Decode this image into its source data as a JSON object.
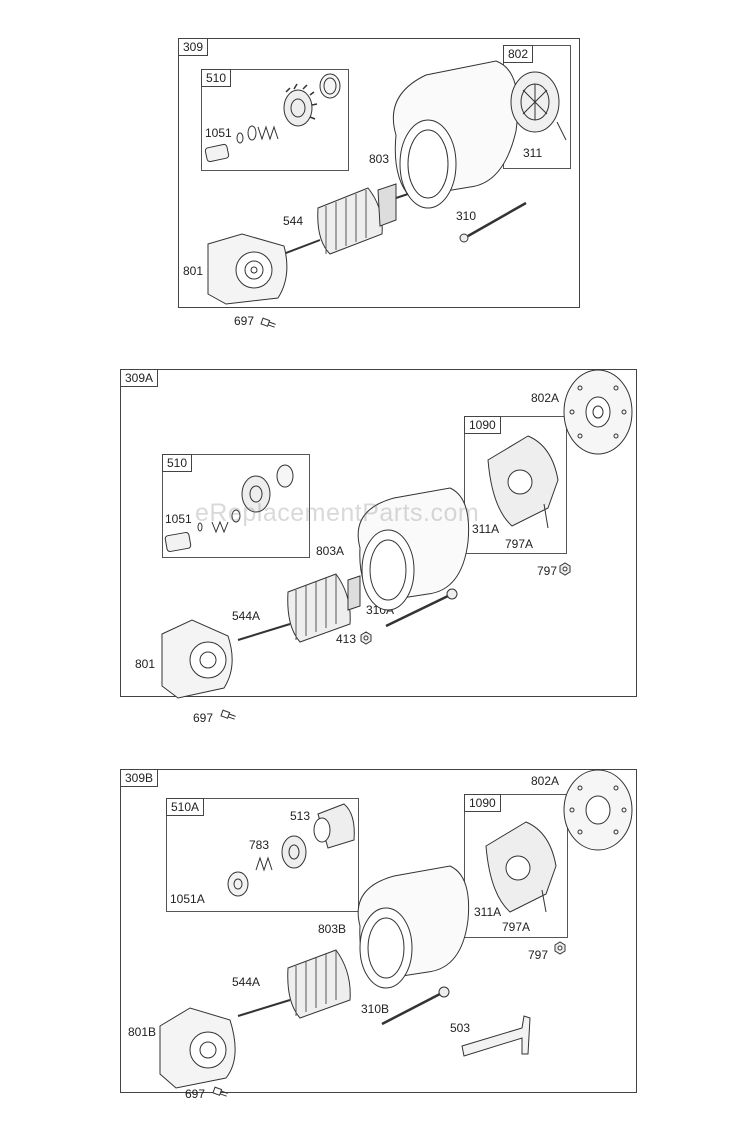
{
  "watermark": "eReplacementParts.com",
  "panels": [
    {
      "tag": "309",
      "subtags": [
        "510",
        "802"
      ],
      "labels": [
        "1051",
        "311",
        "803",
        "544",
        "310",
        "801",
        "697"
      ]
    },
    {
      "tag": "309A",
      "subtags": [
        "510",
        "1090"
      ],
      "labels": [
        "802A",
        "1051",
        "311A",
        "797A",
        "797",
        "803A",
        "544A",
        "310A",
        "413",
        "801",
        "697"
      ]
    },
    {
      "tag": "309B",
      "subtags": [
        "510A",
        "1090"
      ],
      "labels": [
        "802A",
        "513",
        "783",
        "1051A",
        "311A",
        "797A",
        "797",
        "803B",
        "544A",
        "310B",
        "503",
        "801B",
        "697"
      ]
    }
  ]
}
